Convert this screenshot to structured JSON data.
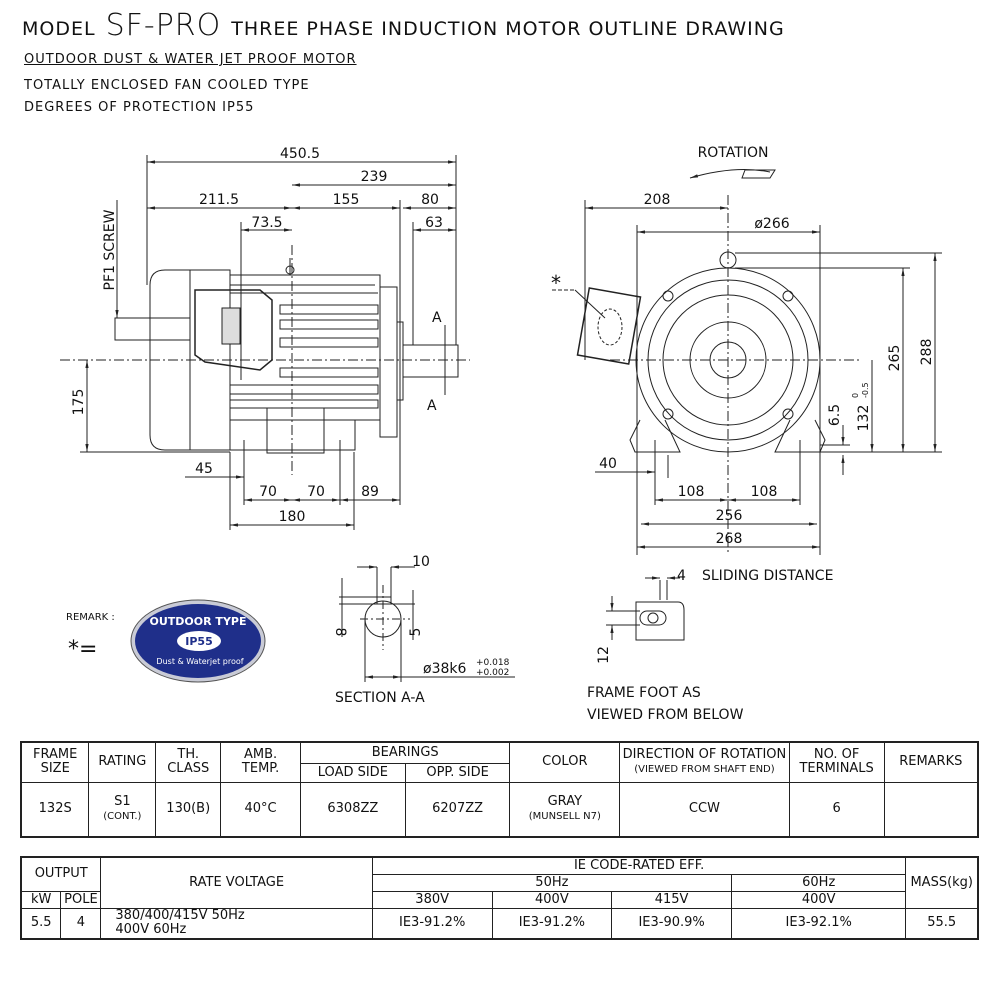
{
  "header": {
    "model_prefix": "MODEL",
    "model": "SF-PRO",
    "title": "THREE PHASE INDUCTION MOTOR  OUTLINE DRAWING",
    "lines": [
      "OUTDOOR DUST & WATER JET PROOF MOTOR",
      "TOTALLY ENCLOSED FAN COOLED TYPE",
      "DEGREES  OF  PROTECTION  IP55"
    ]
  },
  "side_view": {
    "pf1_label": "PF1 SCREW",
    "dims": {
      "overall": "450.5",
      "d239": "239",
      "d211": "211.5",
      "d155": "155",
      "d80": "80",
      "d73": "73.5",
      "d63": "63",
      "d175": "175",
      "d45": "45",
      "d70a": "70",
      "d70b": "70",
      "d89": "89",
      "d180": "180"
    },
    "section_marks": [
      "A",
      "A"
    ]
  },
  "front_view": {
    "rotation_label": "ROTATION",
    "star": "*",
    "dims": {
      "d208": "208",
      "dia266": "ø266",
      "d288": "288",
      "d265": "265",
      "d132": "132",
      "d132_tol_upper": "0",
      "d132_tol_lower": "-0.5",
      "d6_5": "6.5",
      "d40": "40",
      "d108a": "108",
      "d108b": "108",
      "d256": "256",
      "d268": "268"
    }
  },
  "section": {
    "d10": "10",
    "d8": "8",
    "d5": "5",
    "shaft": "ø38k6",
    "tol_upper": "+0.018",
    "tol_lower": "+0.002",
    "label": "SECTION A-A"
  },
  "foot": {
    "d4": "4",
    "sliding": "SLIDING DISTANCE",
    "d12": "12",
    "caption1": "FRAME FOOT AS",
    "caption2": "VIEWED FROM BELOW"
  },
  "remark": {
    "label": "REMARK :",
    "symbol": "*=",
    "badge": {
      "top": "OUTDOOR TYPE",
      "center": "IP55",
      "bottom": "Dust & Waterjet proof",
      "color": "#1f2f8a"
    }
  },
  "spec_table": {
    "headers": {
      "frame": "FRAME",
      "frame2": "SIZE",
      "rating": "RATING",
      "th": "TH.",
      "th2": "CLASS",
      "amb": "AMB.",
      "amb2": "TEMP.",
      "bearings": "BEARINGS",
      "load": "LOAD SIDE",
      "opp": "OPP. SIDE",
      "color": "COLOR",
      "dir": "DIRECTION OF ROTATION",
      "dir2": "(VIEWED FROM SHAFT END)",
      "term": "NO. OF",
      "term2": "TERMINALS",
      "remarks": "REMARKS"
    },
    "row": {
      "frame": "132S",
      "rating": "S1",
      "rating2": "(CONT.)",
      "th": "130(B)",
      "amb": "40°C",
      "load": "6308ZZ",
      "opp": "6207ZZ",
      "color": "GRAY",
      "color2": "(MUNSELL N7)",
      "dir": "CCW",
      "term": "6",
      "remarks": ""
    }
  },
  "eff_table": {
    "headers": {
      "output": "OUTPUT",
      "kw": "kW",
      "pole": "POLE",
      "voltage": "RATE VOLTAGE",
      "ie": "IE CODE-RATED EFF.",
      "hz50": "50Hz",
      "hz60": "60Hz",
      "v380": "380V",
      "v400": "400V",
      "v415": "415V",
      "v400b": "400V",
      "mass": "MASS(kg)"
    },
    "row": {
      "kw": "5.5",
      "pole": "4",
      "voltage1": "380/400/415V 50Hz",
      "voltage2": "400V 60Hz",
      "e380": "IE3-91.2%",
      "e400": "IE3-91.2%",
      "e415": "IE3-90.9%",
      "e60": "IE3-92.1%",
      "mass": "55.5"
    }
  }
}
